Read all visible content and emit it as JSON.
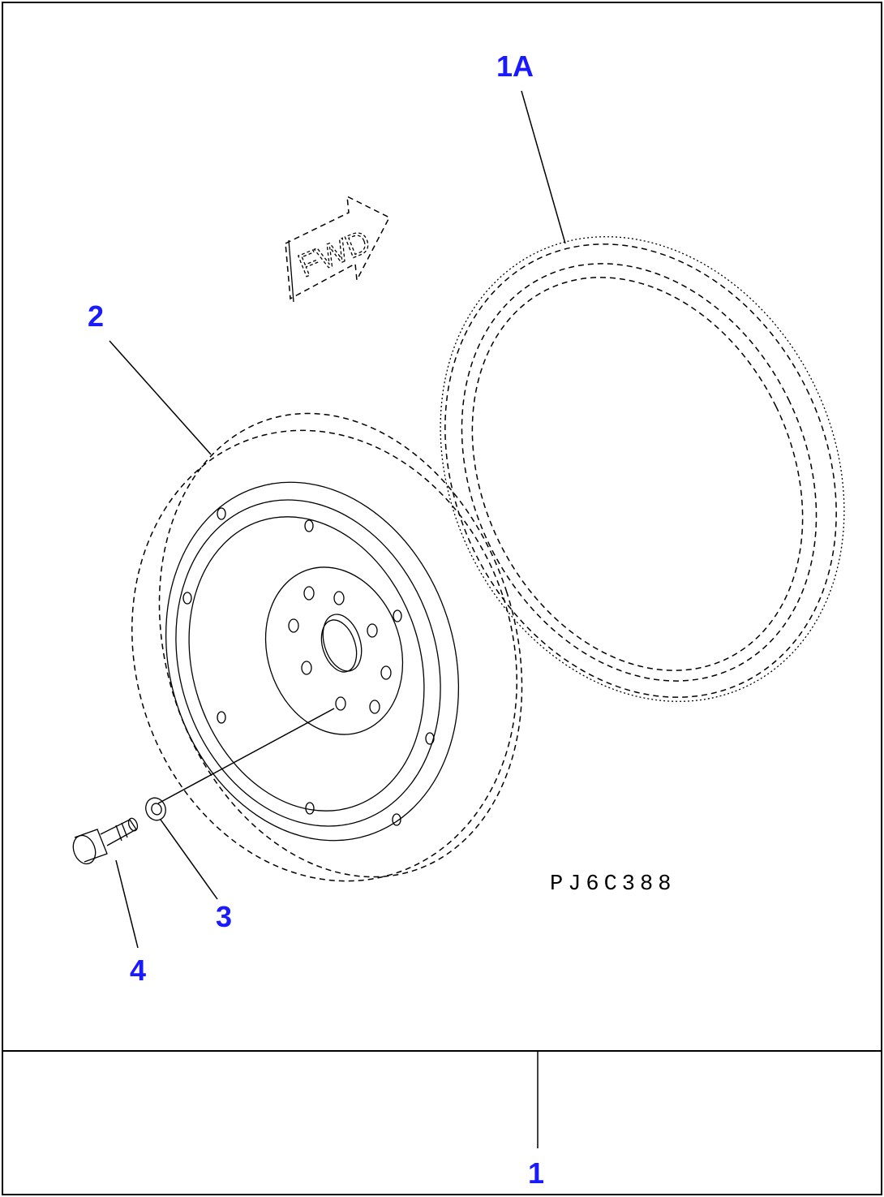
{
  "figure_code": "PJ6C388",
  "direction_label": "FWD",
  "callouts": {
    "ring_gear": "1A",
    "flywheel": "2",
    "washer": "3",
    "bolt": "4",
    "assembly": "1"
  },
  "colors": {
    "callout_text": "#1a1aff",
    "line_art": "#000000",
    "background": "#ffffff"
  }
}
